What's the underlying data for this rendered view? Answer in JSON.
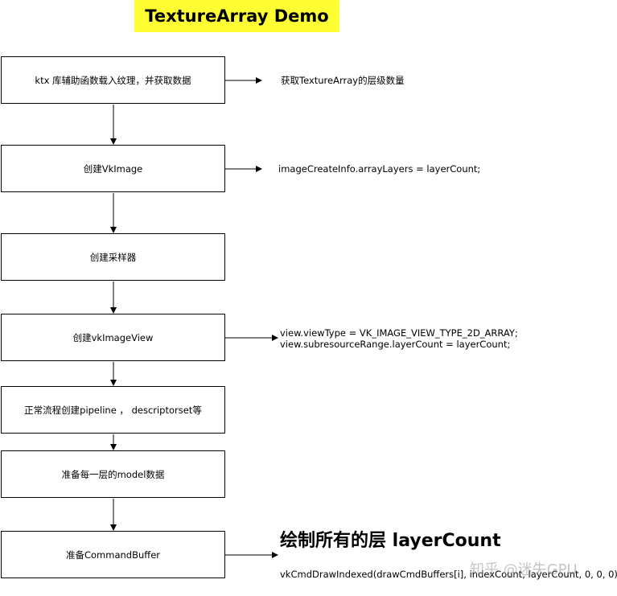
{
  "title": "TextureArray Demo",
  "steps": [
    {
      "label": "ktx 库辅助函数载入纹理，并获取数据",
      "note": "获取TextureArray的层级数量"
    },
    {
      "label": "创建VkImage",
      "note": "imageCreateInfo.arrayLayers = layerCount;"
    },
    {
      "label": "创建采样器",
      "note": ""
    },
    {
      "label": "创建vkImageView",
      "note": "view.viewType = VK_IMAGE_VIEW_TYPE_2D_ARRAY;\nview.subresourceRange.layerCount = layerCount;"
    },
    {
      "label": "正常流程创建pipeline ，  descriptorset等",
      "note": ""
    },
    {
      "label": "准备每一层的model数据",
      "note": ""
    },
    {
      "label": "准备CommandBuffer",
      "note": "vkCmdDrawIndexed(drawCmdBuffers[i], indexCount, layerCount, 0, 0, 0);"
    }
  ],
  "final_heading": "绘制所有的层 layerCount",
  "watermark": "知乎 @迷失GPU",
  "colors": {
    "title_bg": "#ffff33",
    "line": "#000000"
  }
}
